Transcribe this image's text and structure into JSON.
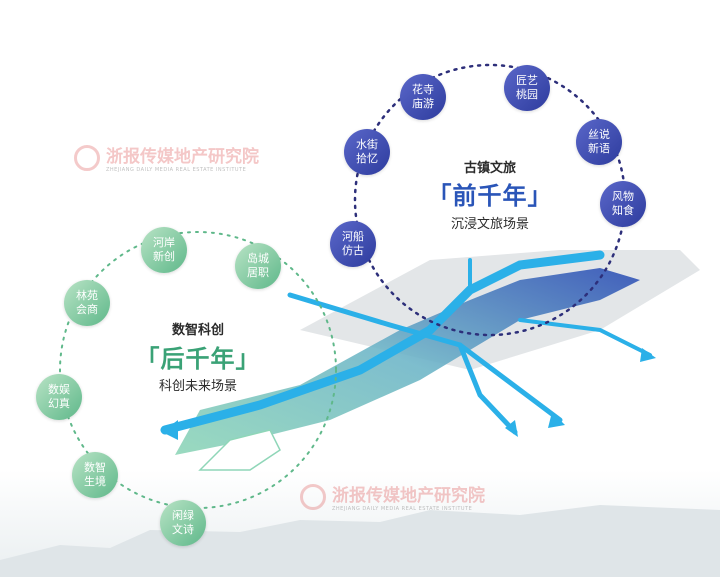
{
  "east_circle": {
    "heading": "古镇文旅",
    "big": "「前千年」",
    "sub": "沉浸文旅场景",
    "nodes": [
      "水街\n拾忆",
      "花寺\n庙游",
      "匠艺\n桃园",
      "丝说\n新语",
      "风物\n知食",
      "河船\n仿古"
    ]
  },
  "west_circle": {
    "heading": "数智科创",
    "big": "「后千年」",
    "sub": "科创未来场景",
    "nodes": [
      "河岸\n新创",
      "岛城\n居职",
      "林苑\n会商",
      "数娱\n幻真",
      "数智\n生境",
      "闲绿\n文诗"
    ]
  },
  "watermark": {
    "text": "浙报传媒地产研究院",
    "subtext": "ZHEJIANG DAILY MEDIA REAL ESTATE INSTITUTE"
  },
  "colors": {
    "east_node": "#3b4bb3",
    "west_node": "#8fd0a8",
    "river": "#2bb0e8",
    "east_dots": "#2d2f7a",
    "west_dots": "#5fb88a"
  }
}
